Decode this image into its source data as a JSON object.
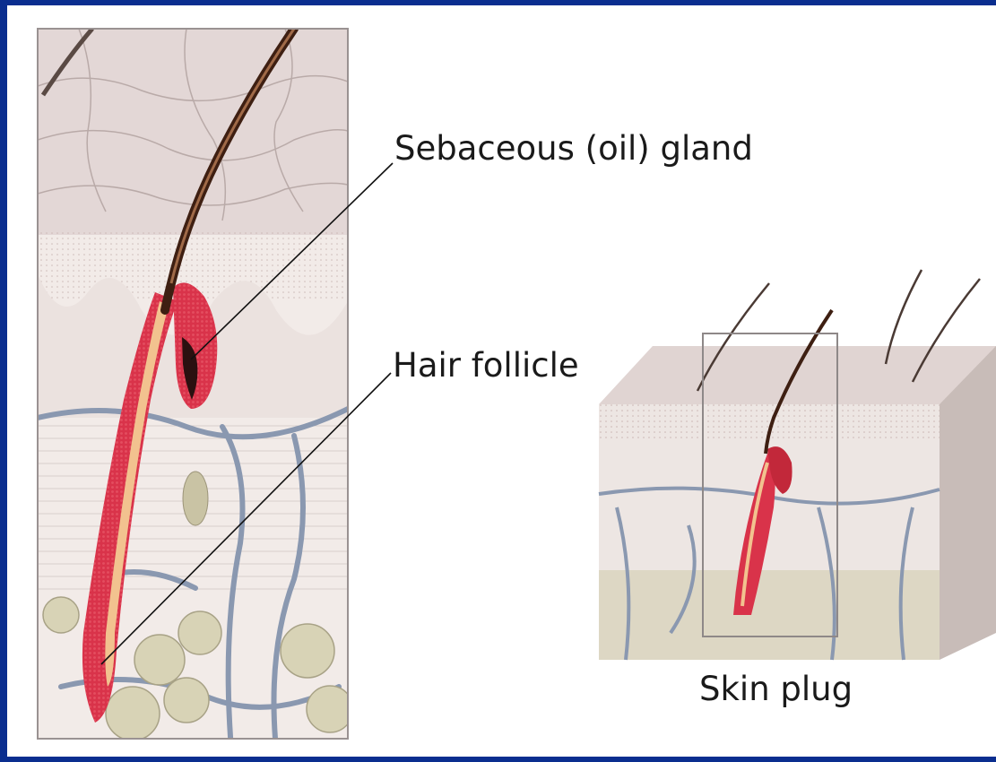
{
  "labels": {
    "sebaceous_gland": "Sebaceous (oil) gland",
    "hair_follicle": "Hair follicle",
    "skin_plug": "Skin plug"
  },
  "colors": {
    "border": "#0a2e8f",
    "skin_surface": "#e2d6d4",
    "dermis": "#efe7e4",
    "follicle": "#d9334a",
    "hair_shaft": "#6b3a22",
    "vessel": "#8a98b0",
    "fat": "#d6d2b4"
  }
}
